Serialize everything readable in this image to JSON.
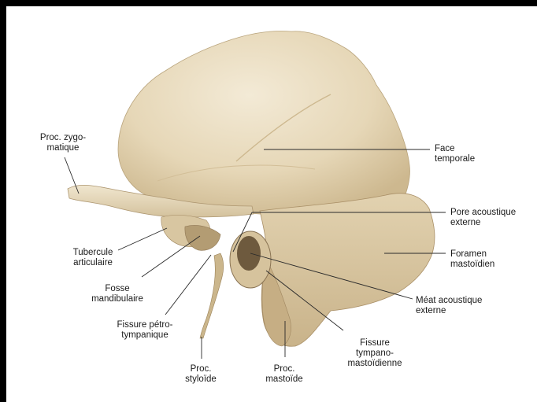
{
  "labels": {
    "proc_zygomatique": "Proc. zygo-\nmatique",
    "face_temporale": "Face\ntemporale",
    "pore_acoustique": "Pore acoustique\nexterne",
    "tubercule_articulaire": "Tubercule\narticulaire",
    "foramen_mastoidien": "Foramen\nmastoïdien",
    "fosse_mandibulaire": "Fosse\nmandibulaire",
    "meat_acoustique": "Méat acoustique\nexterne",
    "fissure_petro": "Fissure pétro-\ntympanique",
    "fissure_tympano": "Fissure\ntympano-\nmastoïdienne",
    "proc_styloide": "Proc.\nstyloïde",
    "proc_mastoide": "Proc.\nmastoïde"
  },
  "colors": {
    "bone_light": "#efe4cc",
    "bone_mid": "#dccba6",
    "bone_dark": "#b8a27a",
    "shadow": "#8a7454"
  }
}
